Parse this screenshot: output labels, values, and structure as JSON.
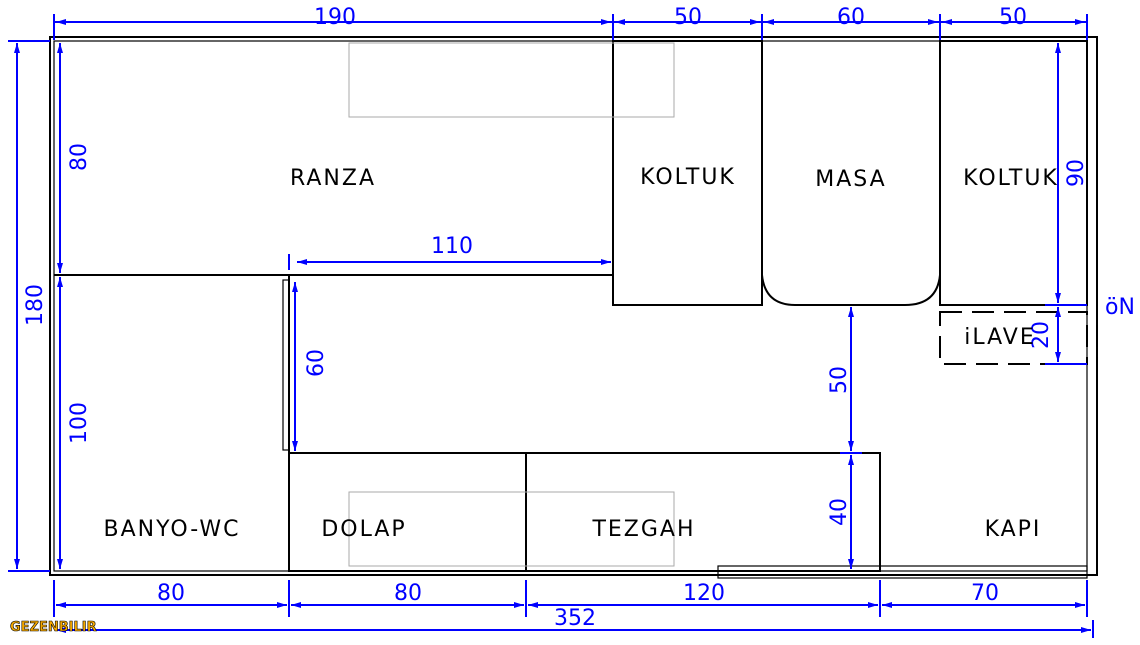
{
  "rooms": {
    "ranza": "RANZA",
    "koltuk_left": "KOLTUK",
    "masa": "MASA",
    "koltuk_right": "KOLTUK",
    "ilave": "iLAVE",
    "banyo": "BANYO-WC",
    "dolap": "DOLAP",
    "tezgah": "TEZGAH",
    "kapi": "KAPI"
  },
  "orientation": "öN",
  "dimensions": {
    "top": [
      "190",
      "50",
      "60",
      "50"
    ],
    "left_total": "180",
    "left_upper": "80",
    "left_lower": "100",
    "ranza_inner": "110",
    "door": "60",
    "aisle": "50",
    "counter_depth": "40",
    "koltuk_depth": "90",
    "ilave_depth": "20",
    "bottom": [
      "80",
      "80",
      "120",
      "70"
    ],
    "total_length": "352"
  },
  "logo": "GEZENBILIR",
  "colors": {
    "dimension": "#0000ff",
    "walls": "#000000"
  }
}
